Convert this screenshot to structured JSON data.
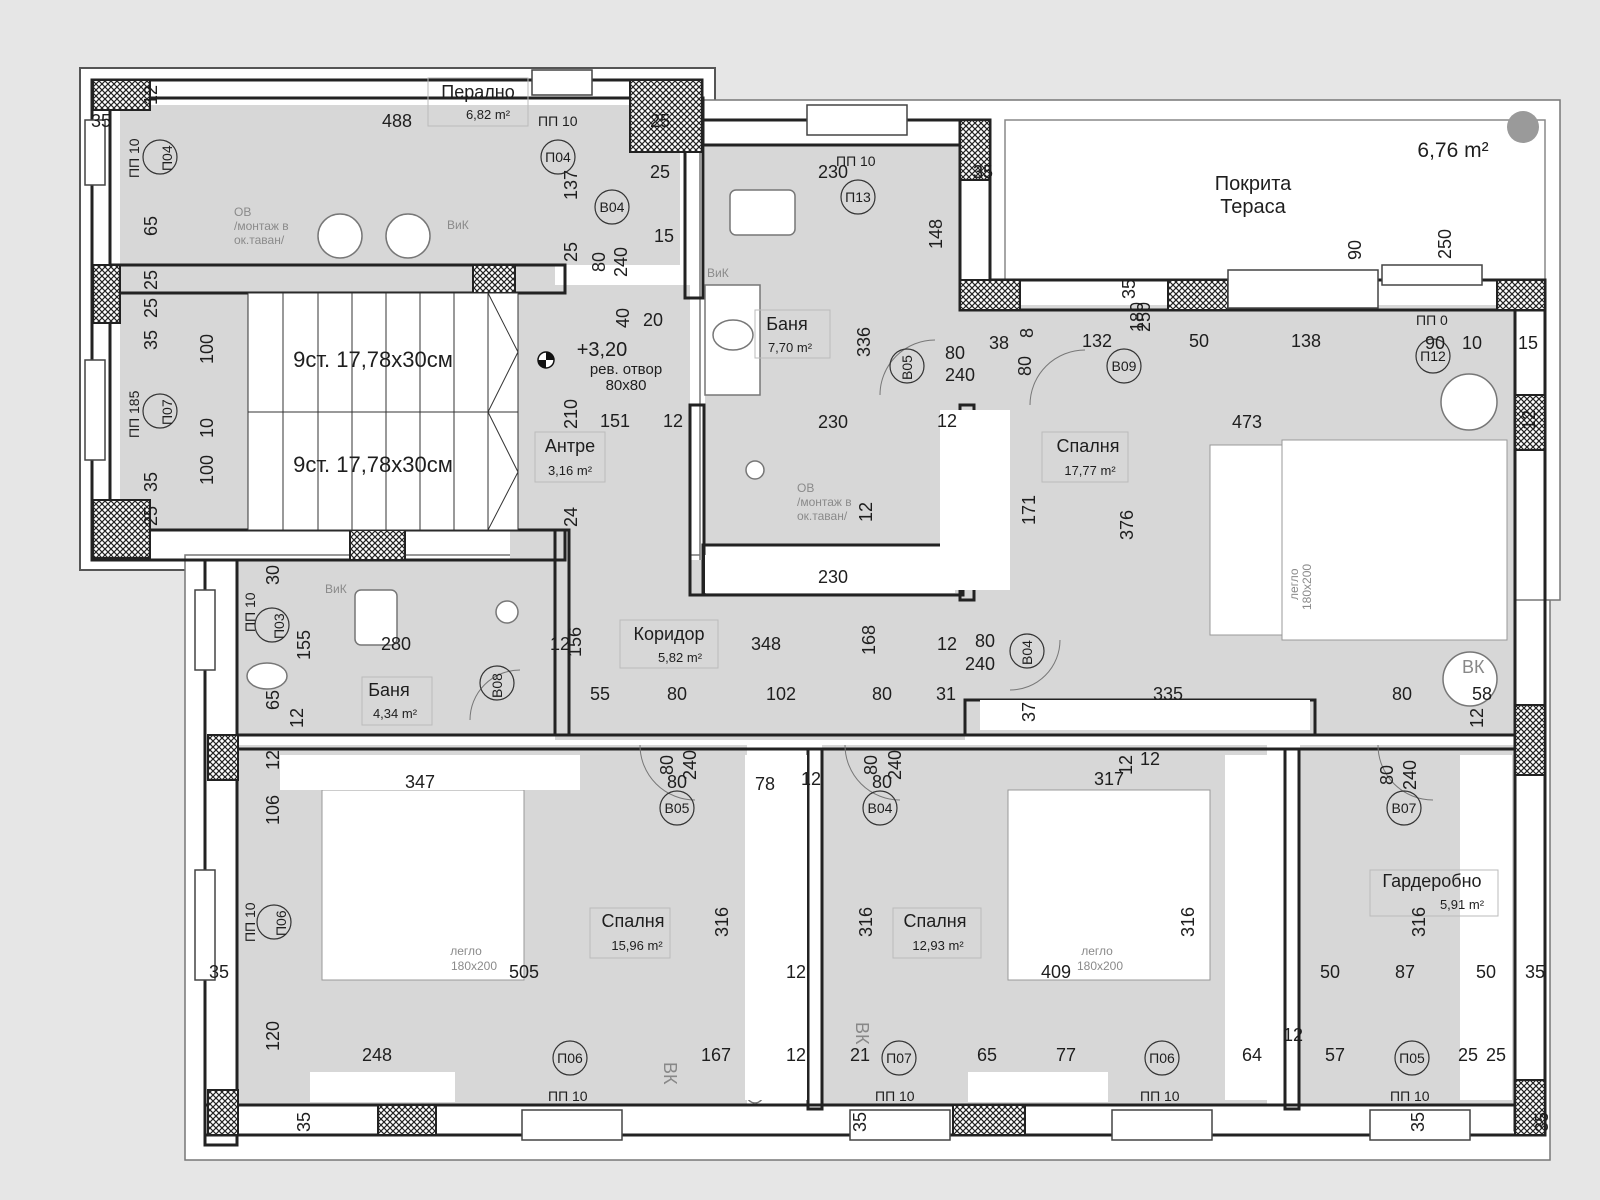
{
  "plan": {
    "level": "+3,20",
    "shaft": {
      "label": "рев. отвор",
      "size": "80x80"
    },
    "terrace": {
      "line1": "Покрита",
      "line2": "Тераса",
      "area": "6,76 m²"
    },
    "rooms": [
      {
        "id": "perlano",
        "name": "Перално",
        "area": "6,82 m²"
      },
      {
        "id": "bath1",
        "name": "Баня",
        "area": "7,70 m²"
      },
      {
        "id": "antre",
        "name": "Антре",
        "area": "3,16 m²"
      },
      {
        "id": "koridor",
        "name": "Коридор",
        "area": "5,82 m²"
      },
      {
        "id": "bath2",
        "name": "Баня",
        "area": "4,34 m²"
      },
      {
        "id": "bed_main",
        "name": "Спалня",
        "area": "17,77 m²"
      },
      {
        "id": "bed_sw",
        "name": "Спалня",
        "area": "15,96 m²"
      },
      {
        "id": "bed_sc",
        "name": "Спалня",
        "area": "12,93 m²"
      },
      {
        "id": "wardrobe",
        "name": "Гардеробно",
        "area": "5,91 m²"
      }
    ],
    "stairs": [
      "9ст. 17,78x30см",
      "9ст. 17,78x30см"
    ],
    "beds": [
      {
        "label": "легло",
        "size": "180x200"
      },
      {
        "label": "легло",
        "size": "180x200"
      },
      {
        "label": "легло",
        "size": "180x200"
      }
    ],
    "notes": {
      "ov1a": "ОВ",
      "ov1b": "/монтаж в",
      "ov1c": "ок.таван/",
      "ov2a": "ОВ",
      "ov2b": "/монтаж в",
      "ov2c": "ок.таван/",
      "vik": "ВиК",
      "vk": "ВК"
    },
    "window_tags": [
      "ПП 10",
      "ПП 10",
      "ПП 10",
      "ПП 185",
      "ПП 10",
      "ПП 10",
      "ПП 0",
      "ПП 10",
      "ПП 10",
      "ПП 10",
      "ПП 10"
    ],
    "door_tags": [
      "В04",
      "В05",
      "В09",
      "В08",
      "В04",
      "В05",
      "В04",
      "В07"
    ],
    "window_circle_tags": [
      "П04",
      "П04",
      "П13",
      "П12",
      "П07",
      "П03",
      "П06",
      "П06",
      "П07",
      "П06",
      "П05"
    ],
    "dimensions": [
      "488",
      "12",
      "35",
      "25",
      "25",
      "137",
      "25",
      "80",
      "240",
      "15",
      "65",
      "25",
      "25",
      "35",
      "100",
      "10",
      "100",
      "35",
      "25",
      "40",
      "20",
      "210",
      "151",
      "12",
      "24",
      "230",
      "148",
      "336",
      "80",
      "240",
      "35",
      "38",
      "8",
      "80",
      "132",
      "180",
      "250",
      "35",
      "90",
      "250",
      "50",
      "138",
      "90",
      "10",
      "15",
      "473",
      "230",
      "12",
      "12",
      "171",
      "376",
      "230",
      "12",
      "12",
      "168",
      "348",
      "80",
      "240",
      "156",
      "30",
      "155",
      "280",
      "65",
      "12",
      "55",
      "80",
      "102",
      "80",
      "31",
      "335",
      "80",
      "58",
      "12",
      "37",
      "12",
      "347",
      "106",
      "80",
      "240",
      "80",
      "78",
      "12",
      "80",
      "240",
      "80",
      "317",
      "12",
      "80",
      "240",
      "316",
      "316",
      "316",
      "316",
      "505",
      "409",
      "12",
      "50",
      "87",
      "50",
      "35",
      "120",
      "248",
      "167",
      "12",
      "21",
      "65",
      "77",
      "64",
      "57",
      "25",
      "25",
      "35",
      "35",
      "35",
      "35",
      "35",
      "12",
      "12",
      "12"
    ]
  }
}
